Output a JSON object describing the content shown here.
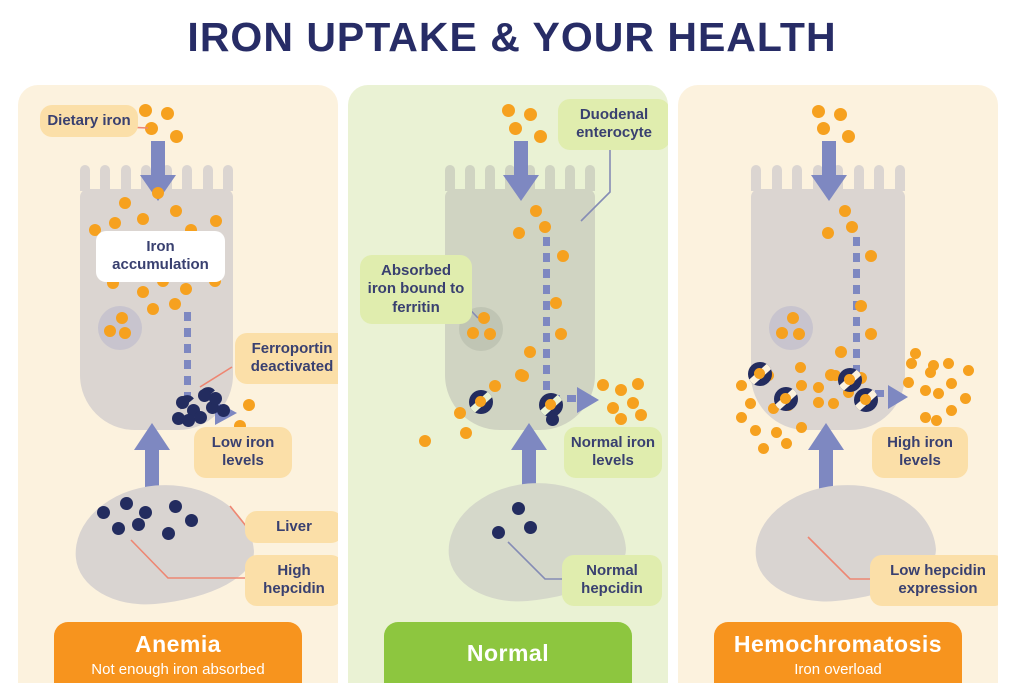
{
  "title": "IRON UPTAKE & YOUR HEALTH",
  "colors": {
    "title_navy": "#272C66",
    "label_text_navy": "#394070",
    "iron_dot_orange": "#F6A11F",
    "hepcidin_navy": "#232C5F",
    "arrow_periwinkle": "#7E88C1",
    "panel_cream": "#FCF2DE",
    "panel_green": "#EAF2D4",
    "label_peach": "#FBDFA8",
    "label_green": "#E0EDAE",
    "banner_orange": "#F7941E",
    "banner_green": "#8DC63F",
    "connector_salmon": "#EE8672",
    "connector_slate": "#858CB5"
  },
  "panels": [
    {
      "id": "anemia",
      "labels": {
        "dietary_iron": "Dietary iron",
        "iron_accumulation": "Iron accumulation",
        "ferroportin_deactivated": "Ferroportin deactivated",
        "low_iron_levels": "Low iron levels",
        "liver": "Liver",
        "high_hepcidin": "High hepcidin"
      },
      "banner": {
        "title": "Anemia",
        "subtitle": "Not enough iron absorbed",
        "color": "#F7941E"
      },
      "dots": {
        "dietary": [
          [
            127,
            25
          ],
          [
            149,
            28
          ],
          [
            133,
            43
          ],
          [
            158,
            51
          ]
        ],
        "cell": [
          [
            107,
            118
          ],
          [
            140,
            108
          ],
          [
            158,
            126
          ],
          [
            125,
            134
          ],
          [
            198,
            136
          ],
          [
            77,
            145
          ],
          [
            97,
            138
          ],
          [
            173,
            145
          ],
          [
            95,
            198
          ],
          [
            125,
            207
          ],
          [
            145,
            196
          ],
          [
            168,
            204
          ],
          [
            197,
            196
          ],
          [
            135,
            224
          ],
          [
            157,
            219
          ]
        ],
        "vesicle": [
          [
            92,
            246
          ],
          [
            104,
            233
          ],
          [
            107,
            248
          ]
        ],
        "blockade": [
          [
            175,
            325
          ],
          [
            160,
            333
          ],
          [
            170,
            335
          ],
          [
            182,
            332
          ],
          [
            194,
            322
          ],
          [
            197,
            313
          ],
          [
            205,
            325
          ],
          [
            164,
            317
          ],
          [
            186,
            310
          ]
        ],
        "exit": [
          [
            231,
            320
          ],
          [
            222,
            341
          ]
        ],
        "hepcidin": [
          [
            85,
            427
          ],
          [
            108,
            418
          ],
          [
            127,
            427
          ],
          [
            157,
            421
          ],
          [
            100,
            443
          ],
          [
            120,
            439
          ],
          [
            150,
            448
          ],
          [
            173,
            435
          ]
        ]
      },
      "ferroportins": []
    },
    {
      "id": "normal",
      "labels": {
        "duodenal_enterocyte": "Duodenal enterocyte",
        "absorbed_iron": "Absorbed iron bound to ferritin",
        "normal_iron_levels": "Normal iron levels",
        "normal_hepcidin": "Normal hepcidin"
      },
      "banner": {
        "title": "Normal",
        "subtitle": "",
        "color": "#8DC63F"
      },
      "dots": {
        "dietary": [
          [
            160,
            25
          ],
          [
            182,
            29
          ],
          [
            167,
            43
          ],
          [
            192,
            51
          ]
        ],
        "cell": [
          [
            188,
            126
          ],
          [
            197,
            142
          ],
          [
            171,
            148
          ],
          [
            215,
            171
          ],
          [
            208,
            218
          ],
          [
            213,
            249
          ],
          [
            182,
            267
          ],
          [
            173,
            290
          ]
        ],
        "vesicle": [
          [
            125,
            248
          ],
          [
            136,
            233
          ],
          [
            142,
            249
          ]
        ],
        "stray": [
          [
            112,
            328
          ],
          [
            147,
            301
          ],
          [
            118,
            348
          ],
          [
            77,
            356
          ],
          [
            175,
            291
          ]
        ],
        "exit": [
          [
            255,
            300
          ],
          [
            273,
            305
          ],
          [
            290,
            299
          ],
          [
            265,
            323
          ],
          [
            285,
            318
          ],
          [
            273,
            334
          ],
          [
            293,
            330
          ]
        ],
        "hepcidin": [
          [
            170,
            423
          ],
          [
            182,
            442
          ],
          [
            150,
            447
          ]
        ],
        "navy_extra": [
          [
            204,
            334
          ]
        ]
      },
      "ferroportins": [
        [
          133,
          317
        ],
        [
          203,
          320
        ]
      ]
    },
    {
      "id": "hemochromatosis",
      "labels": {
        "high_iron_levels": "High iron levels",
        "low_hepcidin_expression": "Low hepcidin expression"
      },
      "banner": {
        "title": "Hemochromatosis",
        "subtitle": "Iron overload",
        "color": "#F7941E"
      },
      "dots": {
        "dietary": [
          [
            140,
            26
          ],
          [
            162,
            29
          ],
          [
            145,
            43
          ],
          [
            170,
            51
          ]
        ],
        "cell": [
          [
            167,
            126
          ],
          [
            174,
            142
          ],
          [
            150,
            148
          ],
          [
            193,
            171
          ],
          [
            183,
            221
          ],
          [
            193,
            249
          ],
          [
            163,
            267
          ],
          [
            153,
            290
          ],
          [
            183,
            293
          ]
        ],
        "vesicle": [
          [
            104,
            248
          ],
          [
            115,
            233
          ],
          [
            121,
            249
          ]
        ],
        "burst": [
          [
            63,
            300
          ],
          [
            72,
            318
          ],
          [
            90,
            290
          ],
          [
            95,
            323
          ],
          [
            122,
            282
          ],
          [
            123,
            300
          ],
          [
            140,
            302
          ],
          [
            157,
            290
          ],
          [
            110,
            320
          ],
          [
            123,
            342
          ],
          [
            98,
            347
          ],
          [
            85,
            363
          ],
          [
            108,
            358
          ],
          [
            63,
            332
          ],
          [
            77,
            345
          ],
          [
            155,
            318
          ],
          [
            170,
            307
          ],
          [
            140,
            317
          ],
          [
            233,
            278
          ],
          [
            252,
            287
          ],
          [
            270,
            278
          ],
          [
            247,
            305
          ],
          [
            260,
            308
          ],
          [
            273,
            298
          ],
          [
            287,
            313
          ],
          [
            247,
            332
          ],
          [
            258,
            335
          ],
          [
            273,
            325
          ],
          [
            290,
            285
          ],
          [
            237,
            268
          ],
          [
            255,
            280
          ],
          [
            230,
            297
          ]
        ],
        "hepcidin": []
      },
      "ferroportins": [
        [
          82,
          289
        ],
        [
          108,
          314
        ],
        [
          172,
          295
        ],
        [
          188,
          315
        ]
      ]
    }
  ]
}
